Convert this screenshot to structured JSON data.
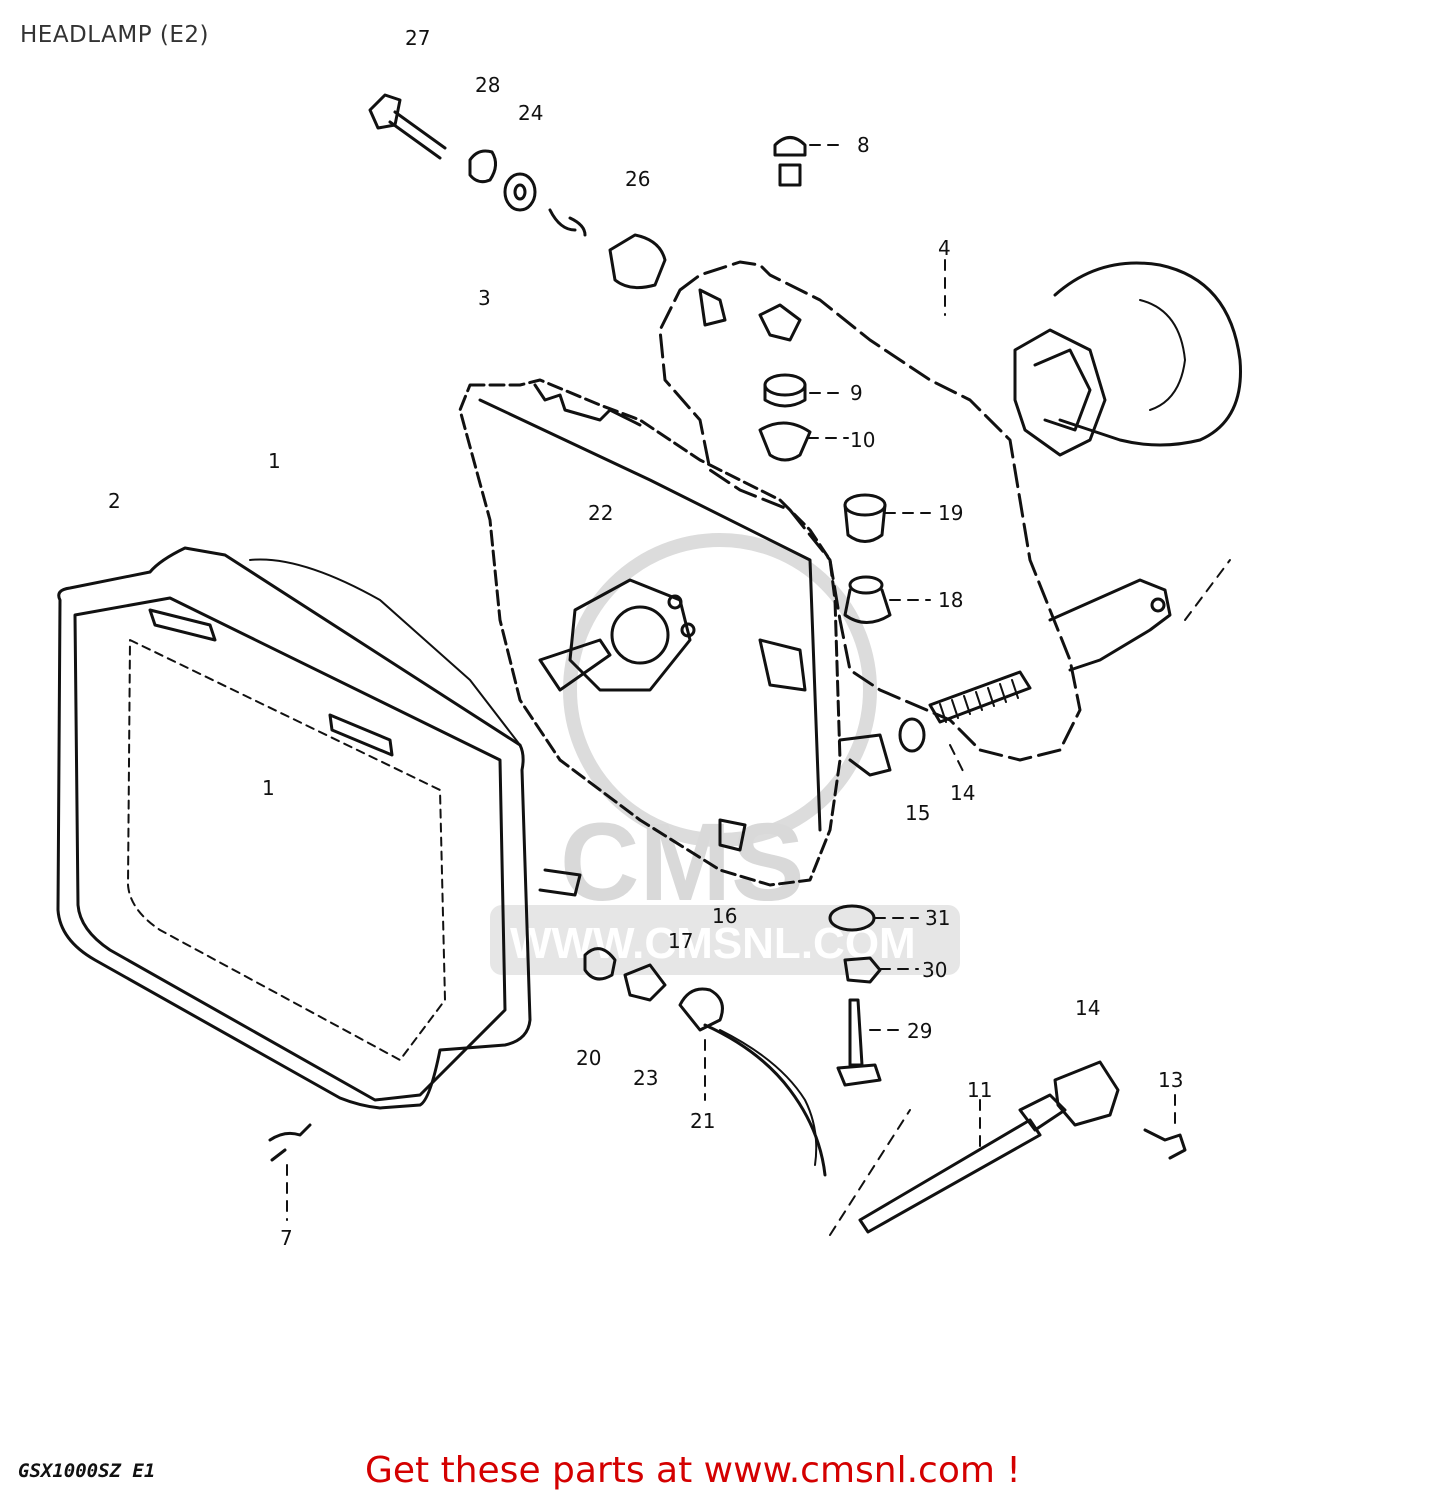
{
  "title": "HEADLAMP (E2)",
  "model_code": "GSX1000SZ E1",
  "promo_text": "Get these parts at www.cmsnl.com !",
  "watermark": {
    "brand": "CMS",
    "url": "WWW.CMSNL.COM"
  },
  "colors": {
    "promo": "#d40000",
    "ink": "#111111",
    "watermark": "#d9d9d9"
  },
  "callouts": {
    "n1": "1",
    "n1b": "1",
    "n2": "2",
    "n3": "3",
    "n4": "4",
    "n7": "7",
    "n8": "8",
    "n9": "9",
    "n10": "10",
    "n11": "11",
    "n13": "13",
    "n14": "14",
    "n14b": "14",
    "n15": "15",
    "n16": "16",
    "n17": "17",
    "n18": "18",
    "n19": "19",
    "n20": "20",
    "n21": "21",
    "n22": "22",
    "n23": "23",
    "n24": "24",
    "n26": "26",
    "n27": "27",
    "n28": "28",
    "n29": "29",
    "n30": "30",
    "n31": "31"
  }
}
